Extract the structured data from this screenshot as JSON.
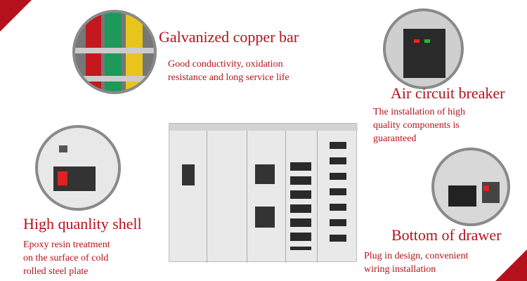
{
  "features": [
    {
      "title": "Galvanized copper bar",
      "description": [
        "Good conductivity, oxidation",
        "resistance and long service life"
      ]
    },
    {
      "title": "Air circuit breaker",
      "description": [
        "The installation of high",
        "quality components is",
        "guaranteed"
      ]
    },
    {
      "title": "High quanlity shell",
      "description": [
        "Epoxy resin treatment",
        "on the surface of cold",
        "rolled steel plate"
      ]
    },
    {
      "title": "Bottom of drawer",
      "description": [
        "Plug in design, convenient",
        "wiring installation"
      ]
    }
  ],
  "colors": {
    "accent": "#b5121b",
    "ring": "#8a8a8a"
  }
}
